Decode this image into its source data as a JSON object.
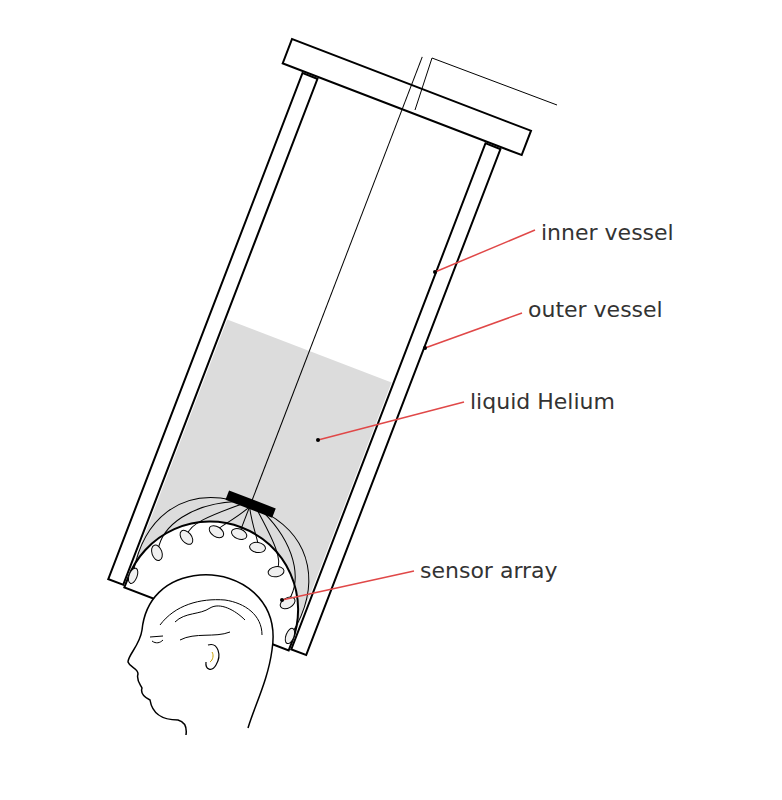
{
  "diagram": {
    "labels": [
      "inner vessel",
      "outer vessel",
      "liquid Helium",
      "sensor array"
    ]
  }
}
